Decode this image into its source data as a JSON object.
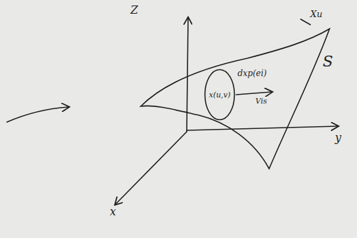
{
  "diagram": {
    "nodes": [
      {
        "text": [
          "x(u,v)"
        ]
      }
    ],
    "labels": [
      "Z",
      "y",
      "x",
      "S",
      "Xu",
      "dxp(ei)",
      "Vis"
    ]
  }
}
